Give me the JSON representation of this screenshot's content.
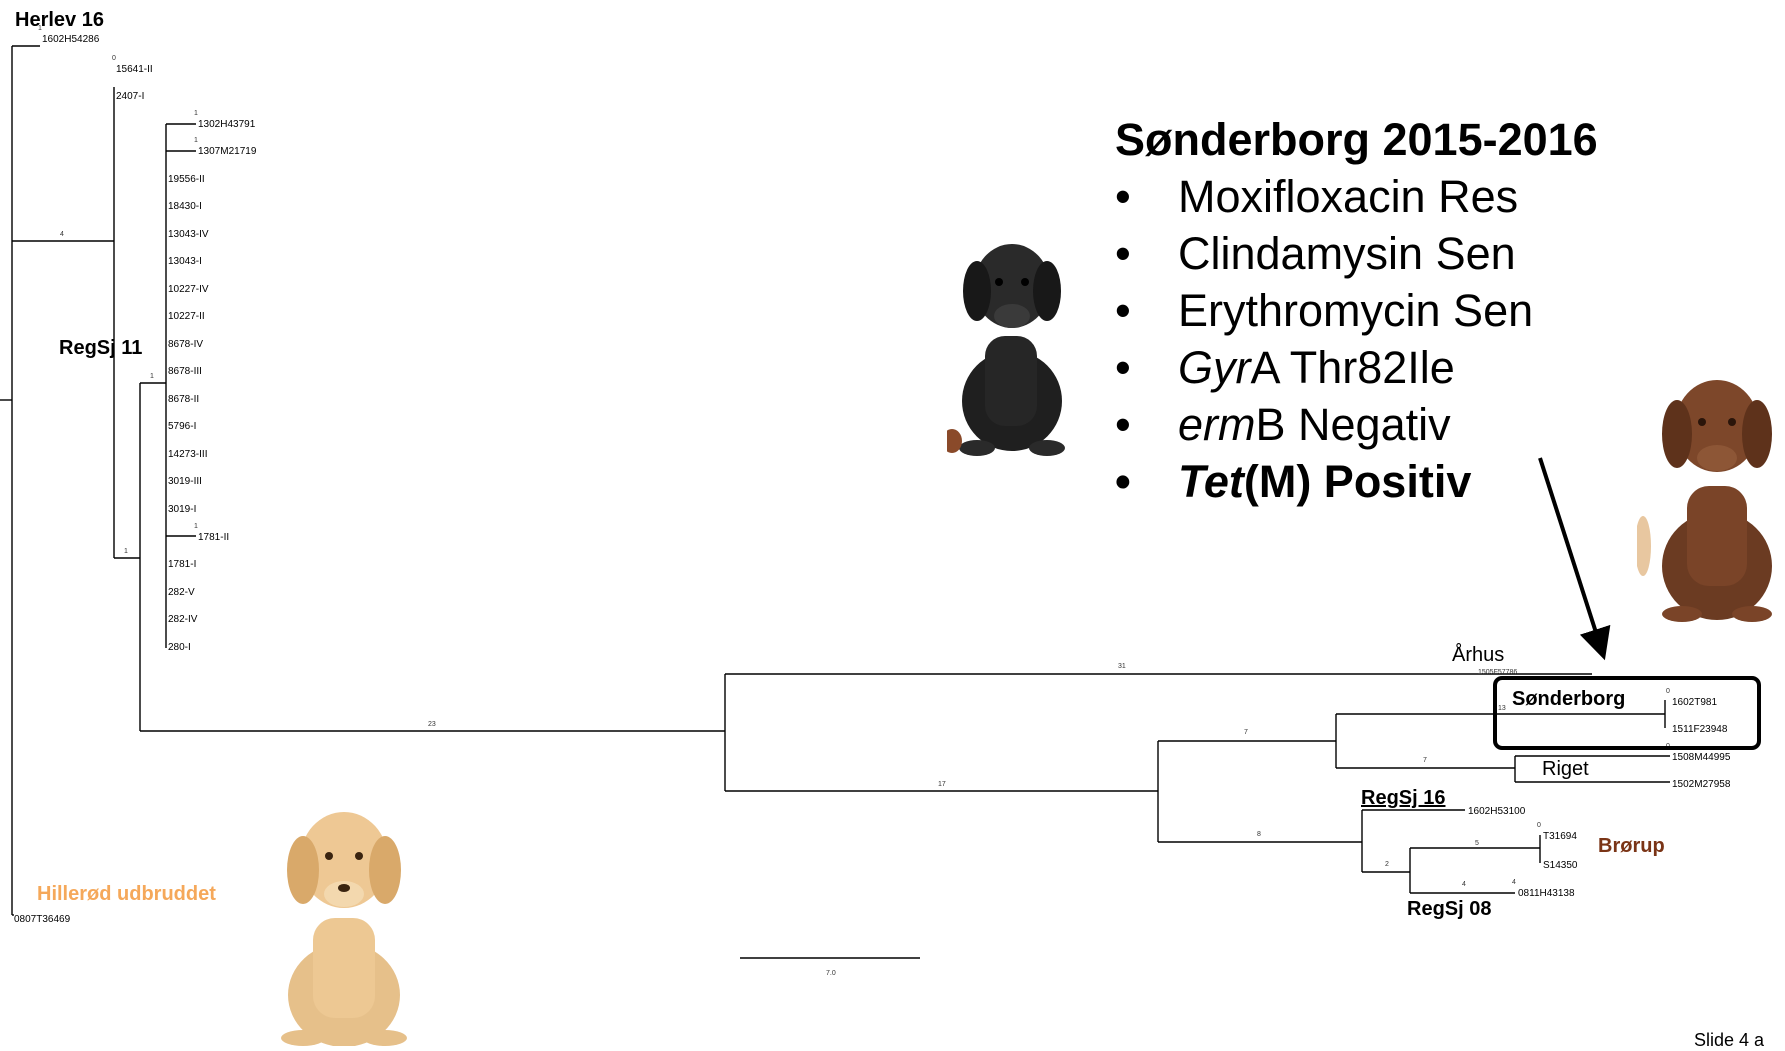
{
  "tree": {
    "leaves_a": [
      {
        "label": "1602H54286",
        "branch": "1"
      },
      {
        "label": "15641-II",
        "branch": "0"
      },
      {
        "label": "2407-I",
        "branch": ""
      },
      {
        "label": "1302H43791",
        "branch": "1"
      },
      {
        "label": "1307M21719",
        "branch": "1"
      },
      {
        "label": "19556-II",
        "branch": ""
      },
      {
        "label": "18430-I",
        "branch": ""
      },
      {
        "label": "13043-IV",
        "branch": ""
      },
      {
        "label": "13043-I",
        "branch": ""
      },
      {
        "label": "10227-IV",
        "branch": ""
      },
      {
        "label": "10227-II",
        "branch": ""
      },
      {
        "label": "8678-IV",
        "branch": ""
      },
      {
        "label": "8678-III",
        "branch": ""
      },
      {
        "label": "8678-II",
        "branch": ""
      },
      {
        "label": "5796-I",
        "branch": ""
      },
      {
        "label": "14273-III",
        "branch": ""
      },
      {
        "label": "3019-III",
        "branch": ""
      },
      {
        "label": "3019-I",
        "branch": ""
      },
      {
        "label": "1781-II",
        "branch": "1"
      },
      {
        "label": "1781-I",
        "branch": ""
      },
      {
        "label": "282-V",
        "branch": ""
      },
      {
        "label": "282-IV",
        "branch": ""
      },
      {
        "label": "280-I",
        "branch": ""
      }
    ],
    "leaves_b": [
      {
        "label": "1602T981",
        "branch": "0"
      },
      {
        "label": "1511F23948",
        "branch": ""
      },
      {
        "label": "1508M44995",
        "branch": "0"
      },
      {
        "label": "1502M27958",
        "branch": ""
      },
      {
        "label": "1602H53100",
        "branch": ""
      },
      {
        "label": "T31694",
        "branch": "0"
      },
      {
        "label": "S14350",
        "branch": ""
      },
      {
        "label": "0811H43138",
        "branch": "4"
      },
      {
        "label": "0807T36469",
        "branch": ""
      }
    ],
    "hidden_leaf": "1505F57786",
    "branch_labels": {
      "b4": "4",
      "b1a": "1",
      "b1b": "1",
      "b23": "23",
      "b31": "31",
      "b17": "17",
      "b7a": "7",
      "b7b": "7",
      "b13": "13",
      "b8": "8",
      "b5": "5",
      "b2": "2",
      "b4b": "4"
    },
    "scale_label": "7.0"
  },
  "labels": {
    "herlev": "Herlev 16",
    "regsj11": "RegSj 11",
    "hillerod": "Hillerød udbruddet",
    "arhus": "Århus",
    "sonderborg": "Sønderborg",
    "riget": "Riget",
    "regsj16": "RegSj 16",
    "brorup": "Brørup",
    "regsj08": "RegSj 08"
  },
  "colors": {
    "hillerod": "#F5A85A",
    "brorup": "#7A3416",
    "highlight_box": "#000000"
  },
  "info": {
    "title": "Sønderborg 2015-2016",
    "bullet": "•",
    "items": [
      {
        "italic": "",
        "rest": "Moxifloxacin Res",
        "bold": false
      },
      {
        "italic": "",
        "rest": "Clindamysin Sen",
        "bold": false
      },
      {
        "italic": "",
        "rest": "Erythromycin Sen",
        "bold": false
      },
      {
        "italic": "Gyr",
        "rest": "A Thr82Ile",
        "bold": false
      },
      {
        "italic": "erm",
        "rest": "B Negativ",
        "bold": false
      },
      {
        "italic": "Tet",
        "rest": "(M) Positiv",
        "bold": true
      }
    ]
  },
  "footer": "Slide 4 a",
  "images": {
    "dog_black": "black-puppy-icon",
    "dog_brown": "brown-puppy-icon",
    "dog_yellow": "yellow-puppy-icon"
  }
}
